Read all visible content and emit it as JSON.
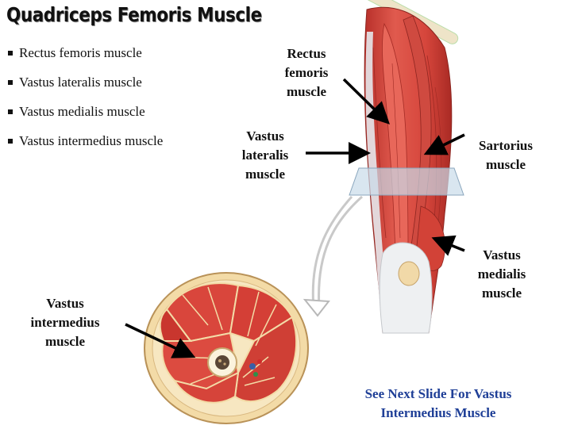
{
  "title": "Quadriceps Femoris Muscle",
  "bullets": [
    "Rectus femoris muscle",
    "Vastus lateralis muscle",
    "Vastus medialis muscle",
    "Vastus intermedius muscle"
  ],
  "labels": {
    "rectus_femoris": "Rectus\nfemoris\nmuscle",
    "vastus_lateralis": "Vastus\nlateralis\nmuscle",
    "sartorius": "Sartorius\nmuscle",
    "vastus_medialis": "Vastus\nmedialis\nmuscle",
    "vastus_intermedius": "Vastus\nintermedius\nmuscle"
  },
  "note": "See Next Slide For Vastus\nIntermedius Muscle",
  "colors": {
    "muscle": "#d9463c",
    "muscle_dark": "#a82a25",
    "tendon": "#e9ebee",
    "bone": "#f1d9a8",
    "note_text": "#1f3f97"
  }
}
